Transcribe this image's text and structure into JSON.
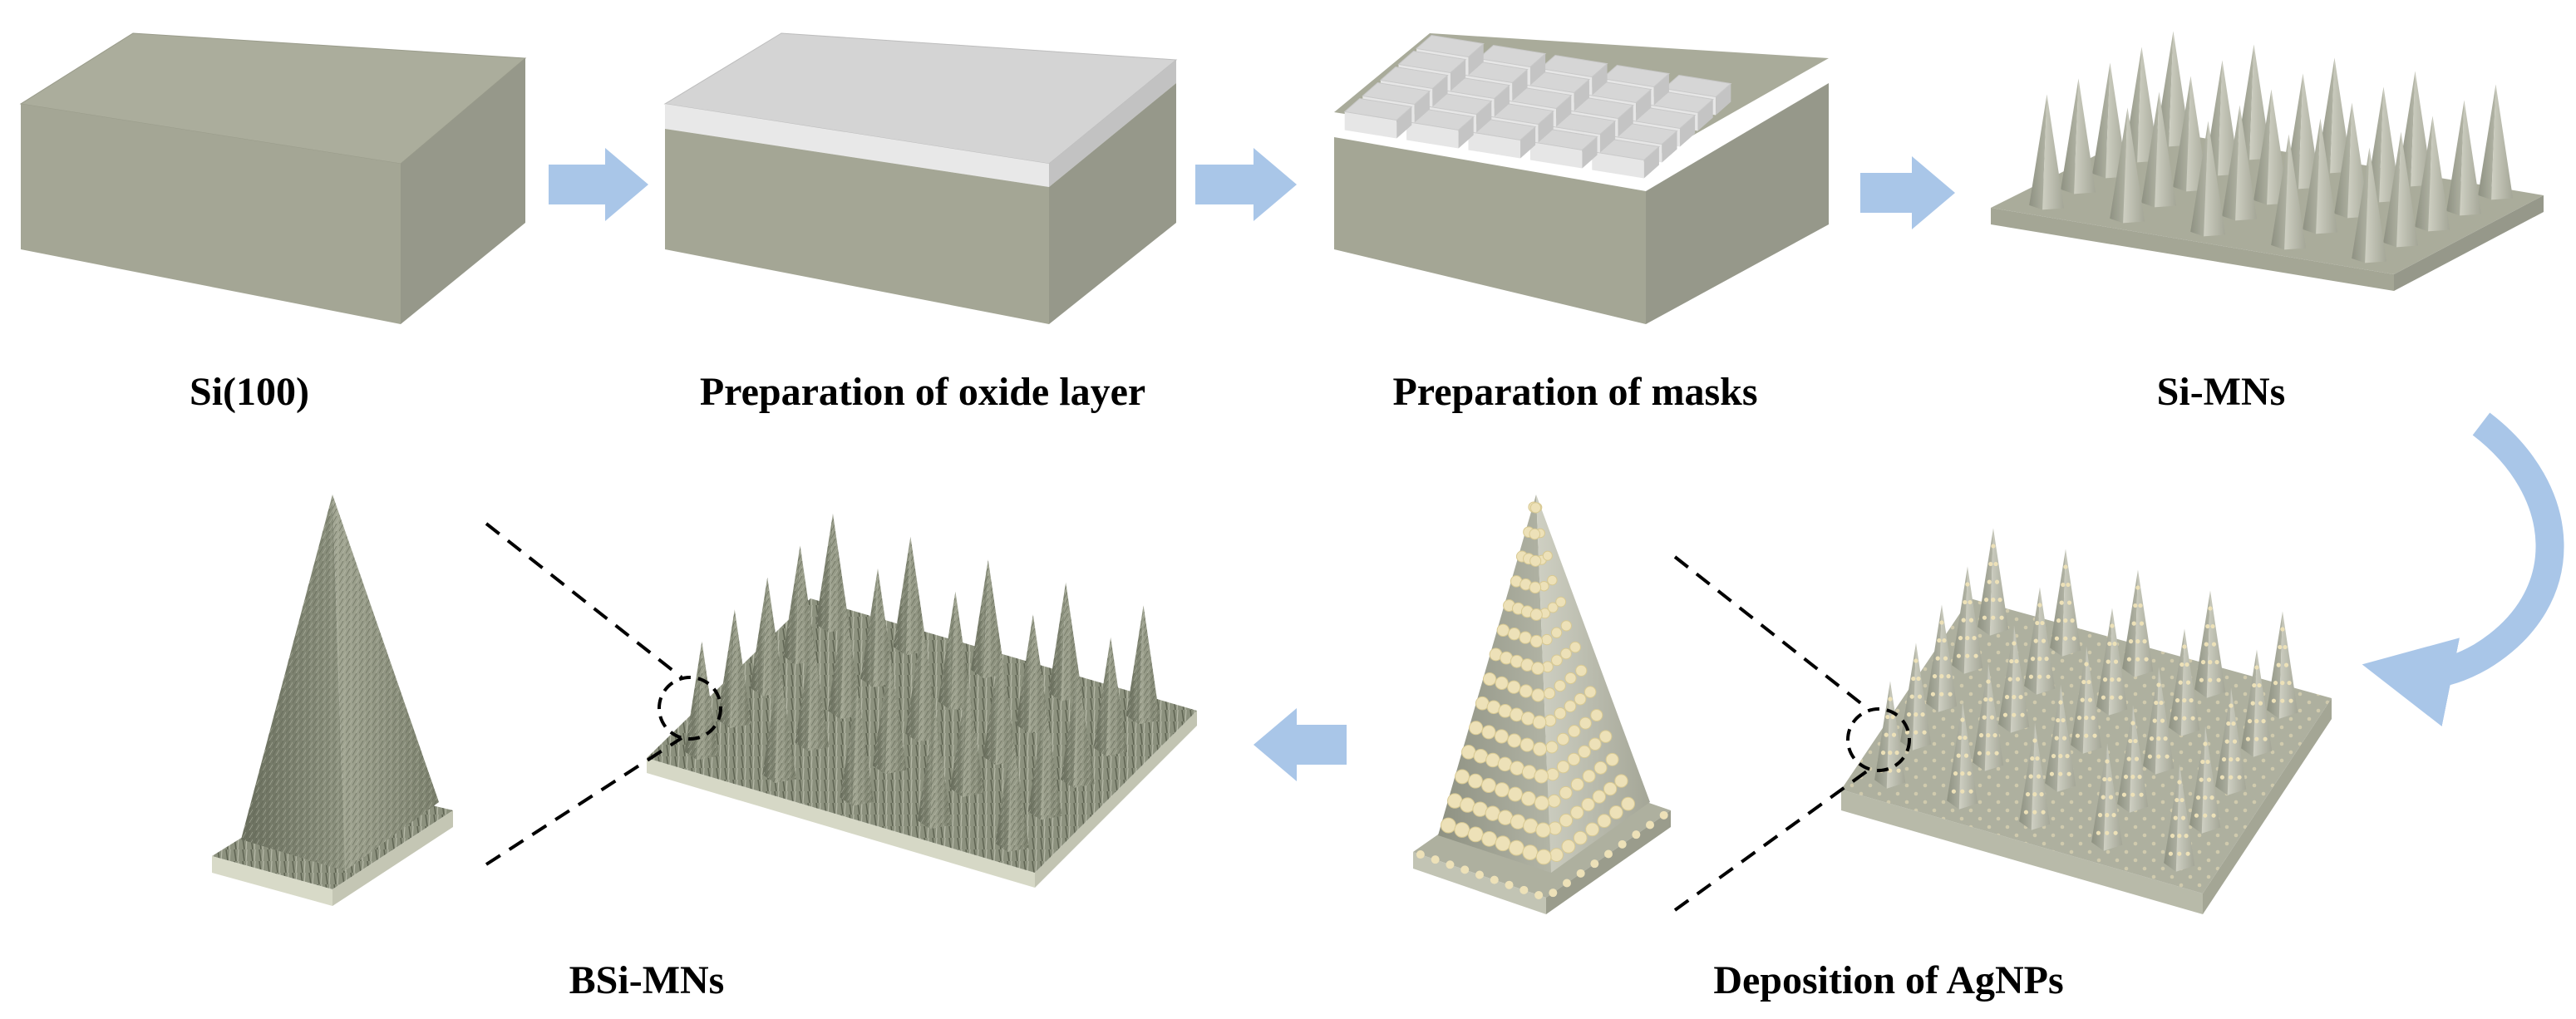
{
  "labels": {
    "si100": "Si(100)",
    "oxide": "Preparation of oxide layer",
    "masks": "Preparation of masks",
    "simns": "Si-MNs",
    "agnps": "Deposition of AgNPs",
    "bsimns": "BSi-MNs"
  },
  "colors": {
    "silicon_top": "#aeb09f",
    "silicon_front": "#c6c7b9",
    "silicon_side": "#9ea090",
    "oxide_top": "#d2d2d2",
    "oxide_front": "#e4e4e4",
    "oxide_side": "#bfbfbf",
    "arrow": "#a9c6e8",
    "silver_particle": "#ede1b8",
    "black_silicon": "#7e8370",
    "dashed_line": "#000000"
  }
}
